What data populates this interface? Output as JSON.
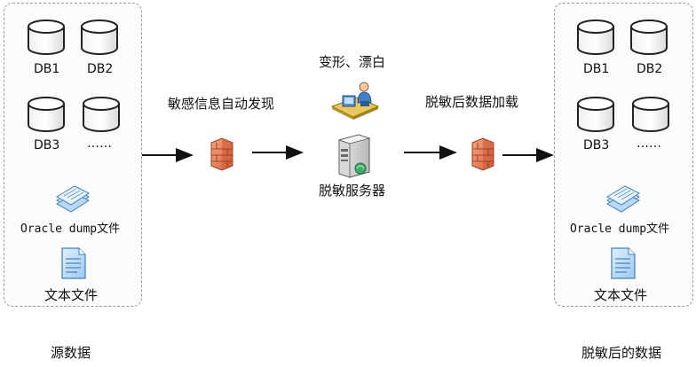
{
  "source": {
    "databases": [
      "DB1",
      "DB2",
      "DB3",
      "……"
    ],
    "dump_label": "Oracle dump文件",
    "text_label": "文本文件",
    "caption": "源数据"
  },
  "target": {
    "databases": [
      "DB1",
      "DB2",
      "DB3",
      "……"
    ],
    "dump_label": "Oracle dump文件",
    "text_label": "文本文件",
    "caption": "脱敏后的数据"
  },
  "flow": {
    "step1_label": "敏感信息自动发现",
    "transform_label": "变形、漂白",
    "server_label": "脱敏服务器",
    "step2_label": "脱敏后数据加载"
  },
  "icons": {
    "database": "database-icon",
    "dump": "stacked-documents-icon",
    "text_file": "text-document-icon",
    "firewall": "firewall-icon",
    "operator": "operator-workstation-icon",
    "server": "server-icon"
  },
  "colors": {
    "firewall": "#e27a55",
    "document_blue": "#5a93c9",
    "panel_border": "#9a9a9a"
  }
}
